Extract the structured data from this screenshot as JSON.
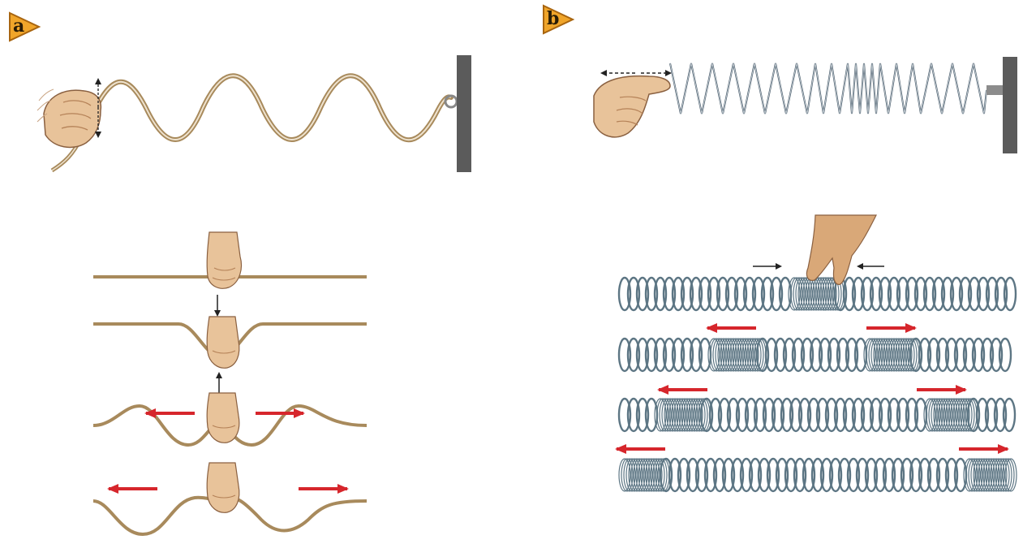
{
  "panels": [
    {
      "id": "a",
      "label": "a"
    },
    {
      "id": "b",
      "label": "b"
    }
  ],
  "colors": {
    "badge_fill": "#f0a52a",
    "badge_edge": "#a86510",
    "rope": "#a88a5c",
    "rope_light": "#efe3cf",
    "wall": "#5b5b5b",
    "spring": "#4b5d6c",
    "spring_light": "#9aa8b3",
    "slinky_coil": "#5d7684",
    "arrow_red": "#d6262c",
    "arrow_black": "#222222",
    "skin": "#e8c39a",
    "skin_shade": "#c99670"
  },
  "icons": {
    "hand": "hand-icon",
    "wall": "wall-icon",
    "arrow": "arrow-icon"
  }
}
